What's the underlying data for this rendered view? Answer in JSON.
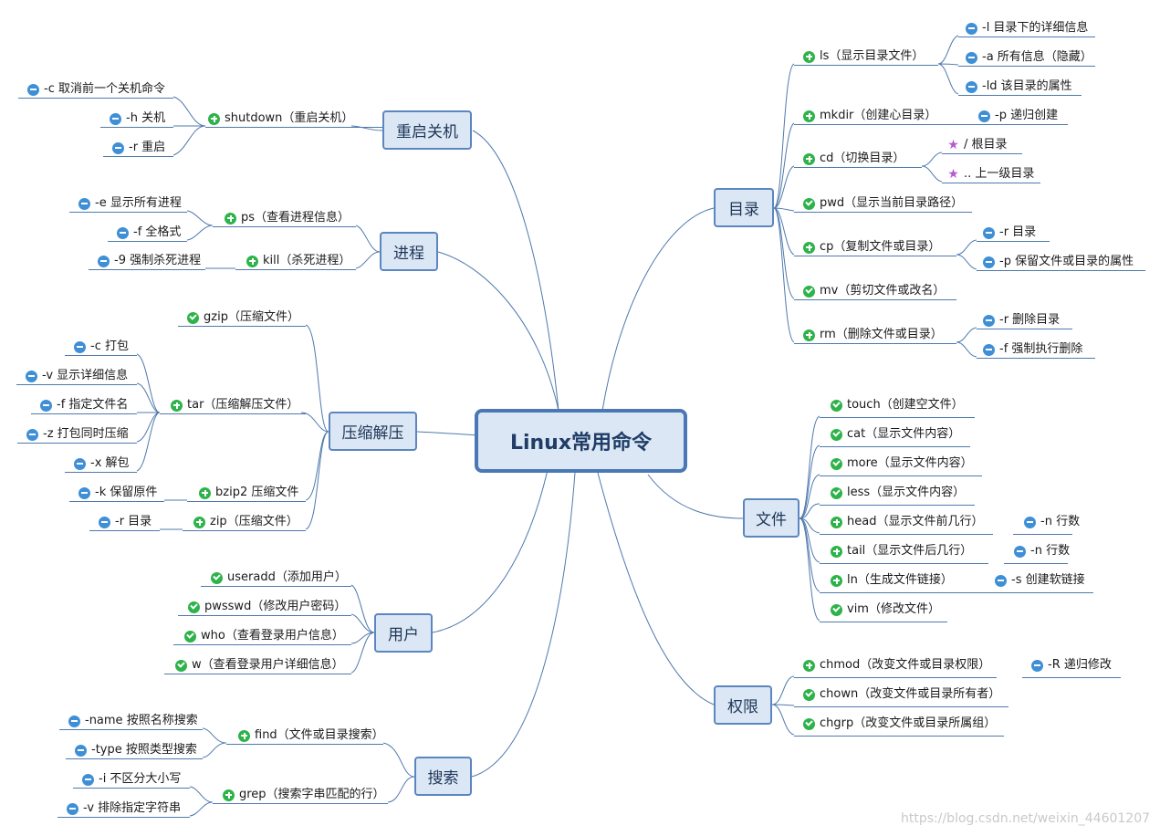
{
  "root": {
    "label": "Linux常用命令"
  },
  "branches": {
    "shutdown_group": {
      "label": "重启关机",
      "children": [
        {
          "label": "shutdown（重启关机）",
          "icon": "plus-icon",
          "children": [
            {
              "label": "-c 取消前一个关机命令",
              "icon": "minus-icon"
            },
            {
              "label": "-h 关机",
              "icon": "minus-icon"
            },
            {
              "label": "-r 重启",
              "icon": "minus-icon"
            }
          ]
        }
      ]
    },
    "process": {
      "label": "进程",
      "children": [
        {
          "label": "ps（查看进程信息）",
          "icon": "plus-icon",
          "children": [
            {
              "label": "-e 显示所有进程",
              "icon": "minus-icon"
            },
            {
              "label": "-f 全格式",
              "icon": "minus-icon"
            }
          ]
        },
        {
          "label": "kill（杀死进程）",
          "icon": "plus-icon",
          "children": [
            {
              "label": "-9 强制杀死进程",
              "icon": "minus-icon"
            }
          ]
        }
      ]
    },
    "compress": {
      "label": "压缩解压",
      "children": [
        {
          "label": "gzip（压缩文件）",
          "icon": "check-icon"
        },
        {
          "label": "tar（压缩解压文件）",
          "icon": "plus-icon",
          "children": [
            {
              "label": "-c 打包",
              "icon": "minus-icon"
            },
            {
              "label": "-v 显示详细信息",
              "icon": "minus-icon"
            },
            {
              "label": "-f 指定文件名",
              "icon": "minus-icon"
            },
            {
              "label": "-z 打包同时压缩",
              "icon": "minus-icon"
            },
            {
              "label": "-x 解包",
              "icon": "minus-icon"
            }
          ]
        },
        {
          "label": "bzip2 压缩文件",
          "icon": "plus-icon",
          "children": [
            {
              "label": "-k 保留原件",
              "icon": "minus-icon"
            }
          ]
        },
        {
          "label": "zip（压缩文件）",
          "icon": "plus-icon",
          "children": [
            {
              "label": "-r 目录",
              "icon": "minus-icon"
            }
          ]
        }
      ]
    },
    "user": {
      "label": "用户",
      "children": [
        {
          "label": "useradd（添加用户）",
          "icon": "check-icon"
        },
        {
          "label": "pwsswd（修改用户密码）",
          "icon": "check-icon"
        },
        {
          "label": "who（查看登录用户信息）",
          "icon": "check-icon"
        },
        {
          "label": "w（查看登录用户详细信息）",
          "icon": "check-icon"
        }
      ]
    },
    "search": {
      "label": "搜索",
      "children": [
        {
          "label": "find（文件或目录搜索）",
          "icon": "plus-icon",
          "children": [
            {
              "label": "-name 按照名称搜索",
              "icon": "minus-icon"
            },
            {
              "label": "-type 按照类型搜索",
              "icon": "minus-icon"
            }
          ]
        },
        {
          "label": "grep（搜索字串匹配的行）",
          "icon": "plus-icon",
          "children": [
            {
              "label": "-i 不区分大小写",
              "icon": "minus-icon"
            },
            {
              "label": "-v 排除指定字符串",
              "icon": "minus-icon"
            }
          ]
        }
      ]
    },
    "directory": {
      "label": "目录",
      "children": [
        {
          "label": "ls（显示目录文件）",
          "icon": "plus-icon",
          "children": [
            {
              "label": "-l 目录下的详细信息",
              "icon": "minus-icon"
            },
            {
              "label": "-a 所有信息（隐藏）",
              "icon": "minus-icon"
            },
            {
              "label": "-ld 该目录的属性",
              "icon": "minus-icon"
            }
          ]
        },
        {
          "label": "mkdir（创建心目录）",
          "icon": "plus-icon",
          "children": [
            {
              "label": "-p 递归创建",
              "icon": "minus-icon"
            }
          ]
        },
        {
          "label": "cd（切换目录）",
          "icon": "plus-icon",
          "children": [
            {
              "label": "/ 根目录",
              "icon": "star-icon"
            },
            {
              "label": ".. 上一级目录",
              "icon": "star-icon"
            }
          ]
        },
        {
          "label": "pwd（显示当前目录路径）",
          "icon": "check-icon"
        },
        {
          "label": "cp（复制文件或目录）",
          "icon": "plus-icon",
          "children": [
            {
              "label": "-r 目录",
              "icon": "minus-icon"
            },
            {
              "label": "-p 保留文件或目录的属性",
              "icon": "minus-icon"
            }
          ]
        },
        {
          "label": "mv（剪切文件或改名）",
          "icon": "check-icon"
        },
        {
          "label": "rm（删除文件或目录）",
          "icon": "plus-icon",
          "children": [
            {
              "label": "-r 删除目录",
              "icon": "minus-icon"
            },
            {
              "label": "-f 强制执行删除",
              "icon": "minus-icon"
            }
          ]
        }
      ]
    },
    "file": {
      "label": "文件",
      "children": [
        {
          "label": "touch（创建空文件）",
          "icon": "check-icon"
        },
        {
          "label": "cat（显示文件内容）",
          "icon": "check-icon"
        },
        {
          "label": "more（显示文件内容）",
          "icon": "check-icon"
        },
        {
          "label": "less（显示文件内容）",
          "icon": "check-icon"
        },
        {
          "label": "head（显示文件前几行）",
          "icon": "plus-icon",
          "children": [
            {
              "label": "-n 行数",
              "icon": "minus-icon"
            }
          ]
        },
        {
          "label": "tail（显示文件后几行）",
          "icon": "plus-icon",
          "children": [
            {
              "label": "-n 行数",
              "icon": "minus-icon"
            }
          ]
        },
        {
          "label": "ln（生成文件链接）",
          "icon": "plus-icon",
          "children": [
            {
              "label": "-s 创建软链接",
              "icon": "minus-icon"
            }
          ]
        },
        {
          "label": "vim（修改文件）",
          "icon": "check-icon"
        }
      ]
    },
    "permission": {
      "label": "权限",
      "children": [
        {
          "label": "chmod（改变文件或目录权限）",
          "icon": "plus-icon",
          "children": [
            {
              "label": "-R 递归修改",
              "icon": "minus-icon"
            }
          ]
        },
        {
          "label": "chown（改变文件或目录所有者）",
          "icon": "check-icon"
        },
        {
          "label": "chgrp（改变文件或目录所属组）",
          "icon": "check-icon"
        }
      ]
    }
  },
  "watermark": "https://blog.csdn.net/weixin_44601207",
  "colors": {
    "line": "#4f79ad",
    "node_fill": "#dce7f5",
    "node_border": "#5b86bf",
    "plus": "#2db34a",
    "minus": "#3f8fd6",
    "star": "#b45ad1"
  }
}
